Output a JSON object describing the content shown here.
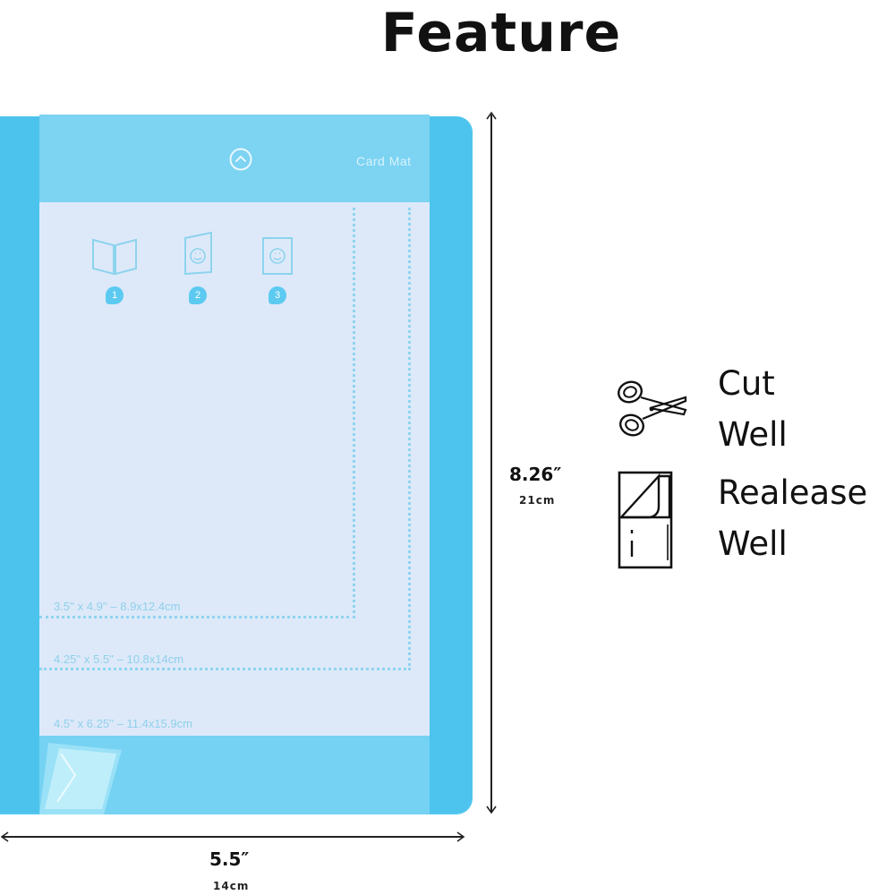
{
  "title": "Feature",
  "mat": {
    "label": "Card Mat",
    "step_numbers": [
      "1",
      "2",
      "3"
    ],
    "sizes": [
      "3.5'' x 4.9'' – 8.9x12.4cm",
      "4.25'' x 5.5'' – 10.8x14cm",
      "4.5'' x 6.25'' – 11.4x15.9cm"
    ],
    "color": "#55c8ef"
  },
  "dimensions": {
    "height_in": "8.26″",
    "height_cm": "21cm",
    "width_in": "5.5″",
    "width_cm": "14cm"
  },
  "features": [
    {
      "icon": "scissors-icon",
      "line1": "Cut",
      "line2": "Well"
    },
    {
      "icon": "release-sheet-icon",
      "line1": "Realease",
      "line2": "Well"
    }
  ]
}
